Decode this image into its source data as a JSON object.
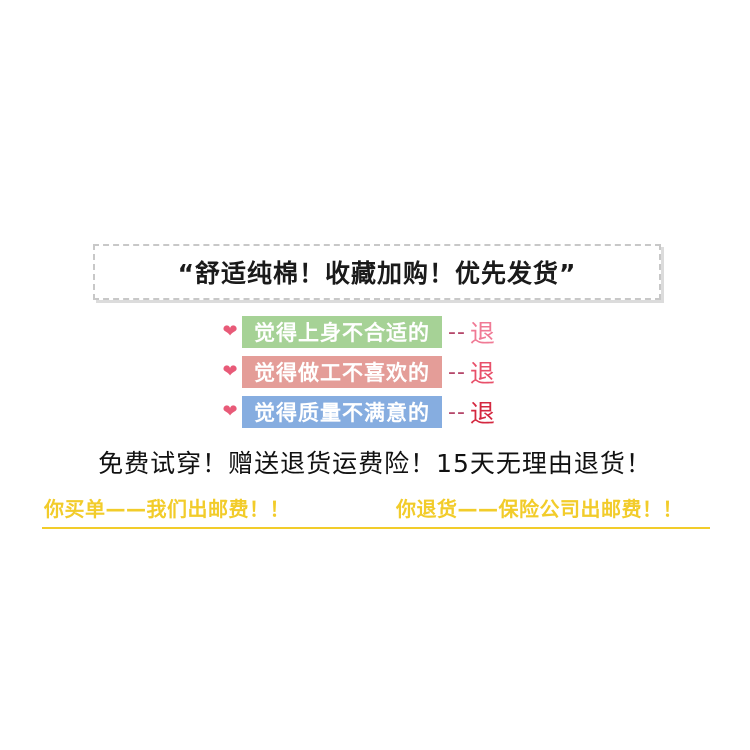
{
  "banner": {
    "text": "“舒适纯棉！收藏加购！优先发货”"
  },
  "reasons": [
    {
      "heart": "❤",
      "label": "觉得上身不合适的",
      "dash": "--",
      "action": "退",
      "bg": "#a6d296"
    },
    {
      "heart": "❤",
      "label": "觉得做工不喜欢的",
      "dash": "--",
      "action": "退",
      "bg": "#e49d98"
    },
    {
      "heart": "❤",
      "label": "觉得质量不满意的",
      "dash": "--",
      "action": "退",
      "bg": "#86ade0"
    }
  ],
  "promise": {
    "text": "免费试穿！赠送退货运费险！15天无理由退货！"
  },
  "footer": {
    "left": "你买单——我们出邮费！！",
    "right": "你退货——保险公司出邮费！！",
    "color": "#f2cc2a"
  }
}
